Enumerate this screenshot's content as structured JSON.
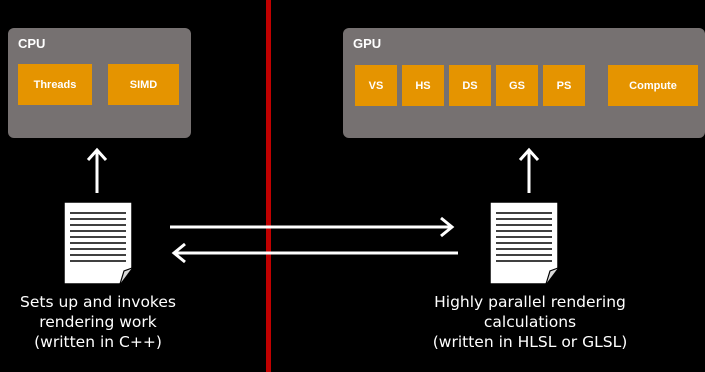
{
  "cpu": {
    "title": "CPU",
    "chips": [
      "Threads",
      "SIMD"
    ]
  },
  "gpu": {
    "title": "GPU",
    "chips": [
      "VS",
      "HS",
      "DS",
      "GS",
      "PS",
      "Compute"
    ]
  },
  "left_caption": {
    "line1": "Sets up and invokes",
    "line2": "rendering work",
    "line3": "(written in C++)"
  },
  "right_caption": {
    "line1": "Highly parallel rendering",
    "line2": "calculations",
    "line3": "(written in HLSL or GLSL)"
  },
  "colors": {
    "background": "#000000",
    "panel": "#767171",
    "chip": "#e59400",
    "divider": "#c00000",
    "text": "#ffffff"
  }
}
